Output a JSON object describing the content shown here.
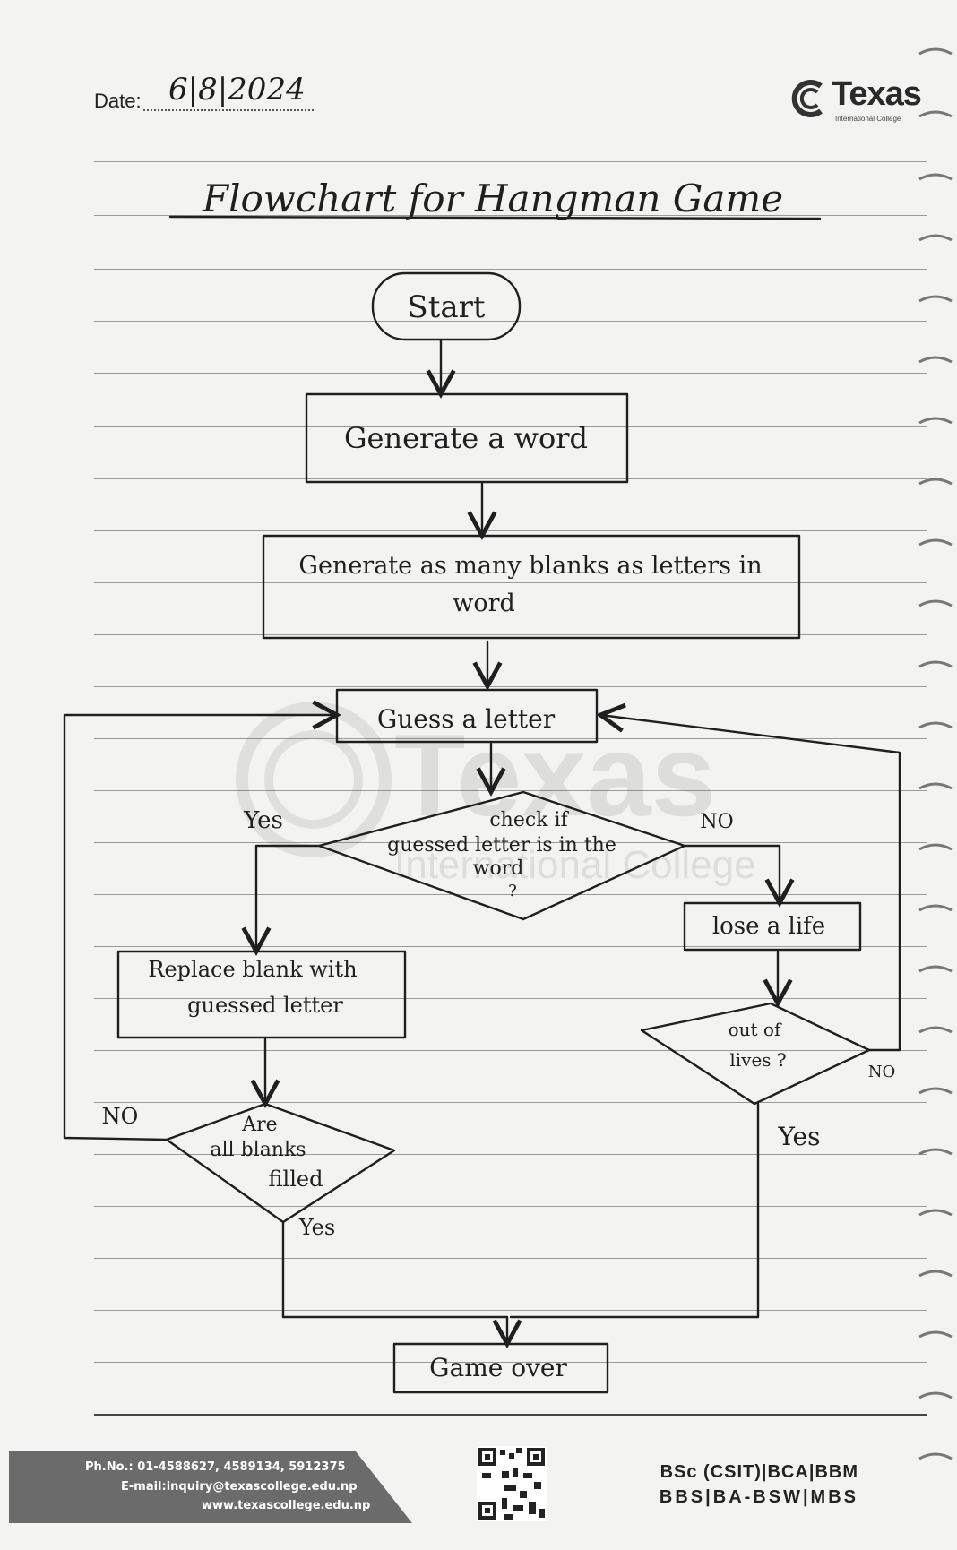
{
  "header": {
    "date_label": "Date:",
    "date_value": "6|8|2024",
    "logo_text": "Texas",
    "logo_subtext": "International College"
  },
  "diagram": {
    "title": "Flowchart for Hangman Game",
    "nodes": {
      "start": "Start",
      "generate_word": "Generate a word",
      "generate_blanks_1": "Generate as many blanks as letters in",
      "generate_blanks_2": "word",
      "guess_letter": "Guess a letter",
      "check_1": "check if",
      "check_2": "guessed letter is in the",
      "check_3": "word",
      "check_4": "?",
      "replace_blank_1": "Replace blank with",
      "replace_blank_2": "guessed letter",
      "lose_life": "lose a life",
      "out_of_lives_1": "out of",
      "out_of_lives_2": "lives ?",
      "all_filled_1": "Are",
      "all_filled_2": "all blanks",
      "all_filled_3": "filled",
      "game_over": "Game over"
    },
    "edge_labels": {
      "check_yes": "Yes",
      "check_no": "NO",
      "lives_no": "NO",
      "lives_yes": "Yes",
      "filled_no": "NO",
      "filled_yes": "Yes"
    }
  },
  "watermark": {
    "brand": "Texas",
    "sub": "International College"
  },
  "footer": {
    "phone": "Ph.No.: 01-4588627, 4589134, 5912375",
    "email": "E-mail:inquiry@texascollege.edu.np",
    "website": "www.texascollege.edu.np",
    "programs_1": "BSc (CSIT)|BCA|BBM",
    "programs_2": "BBS|BA-BSW|MBS"
  }
}
